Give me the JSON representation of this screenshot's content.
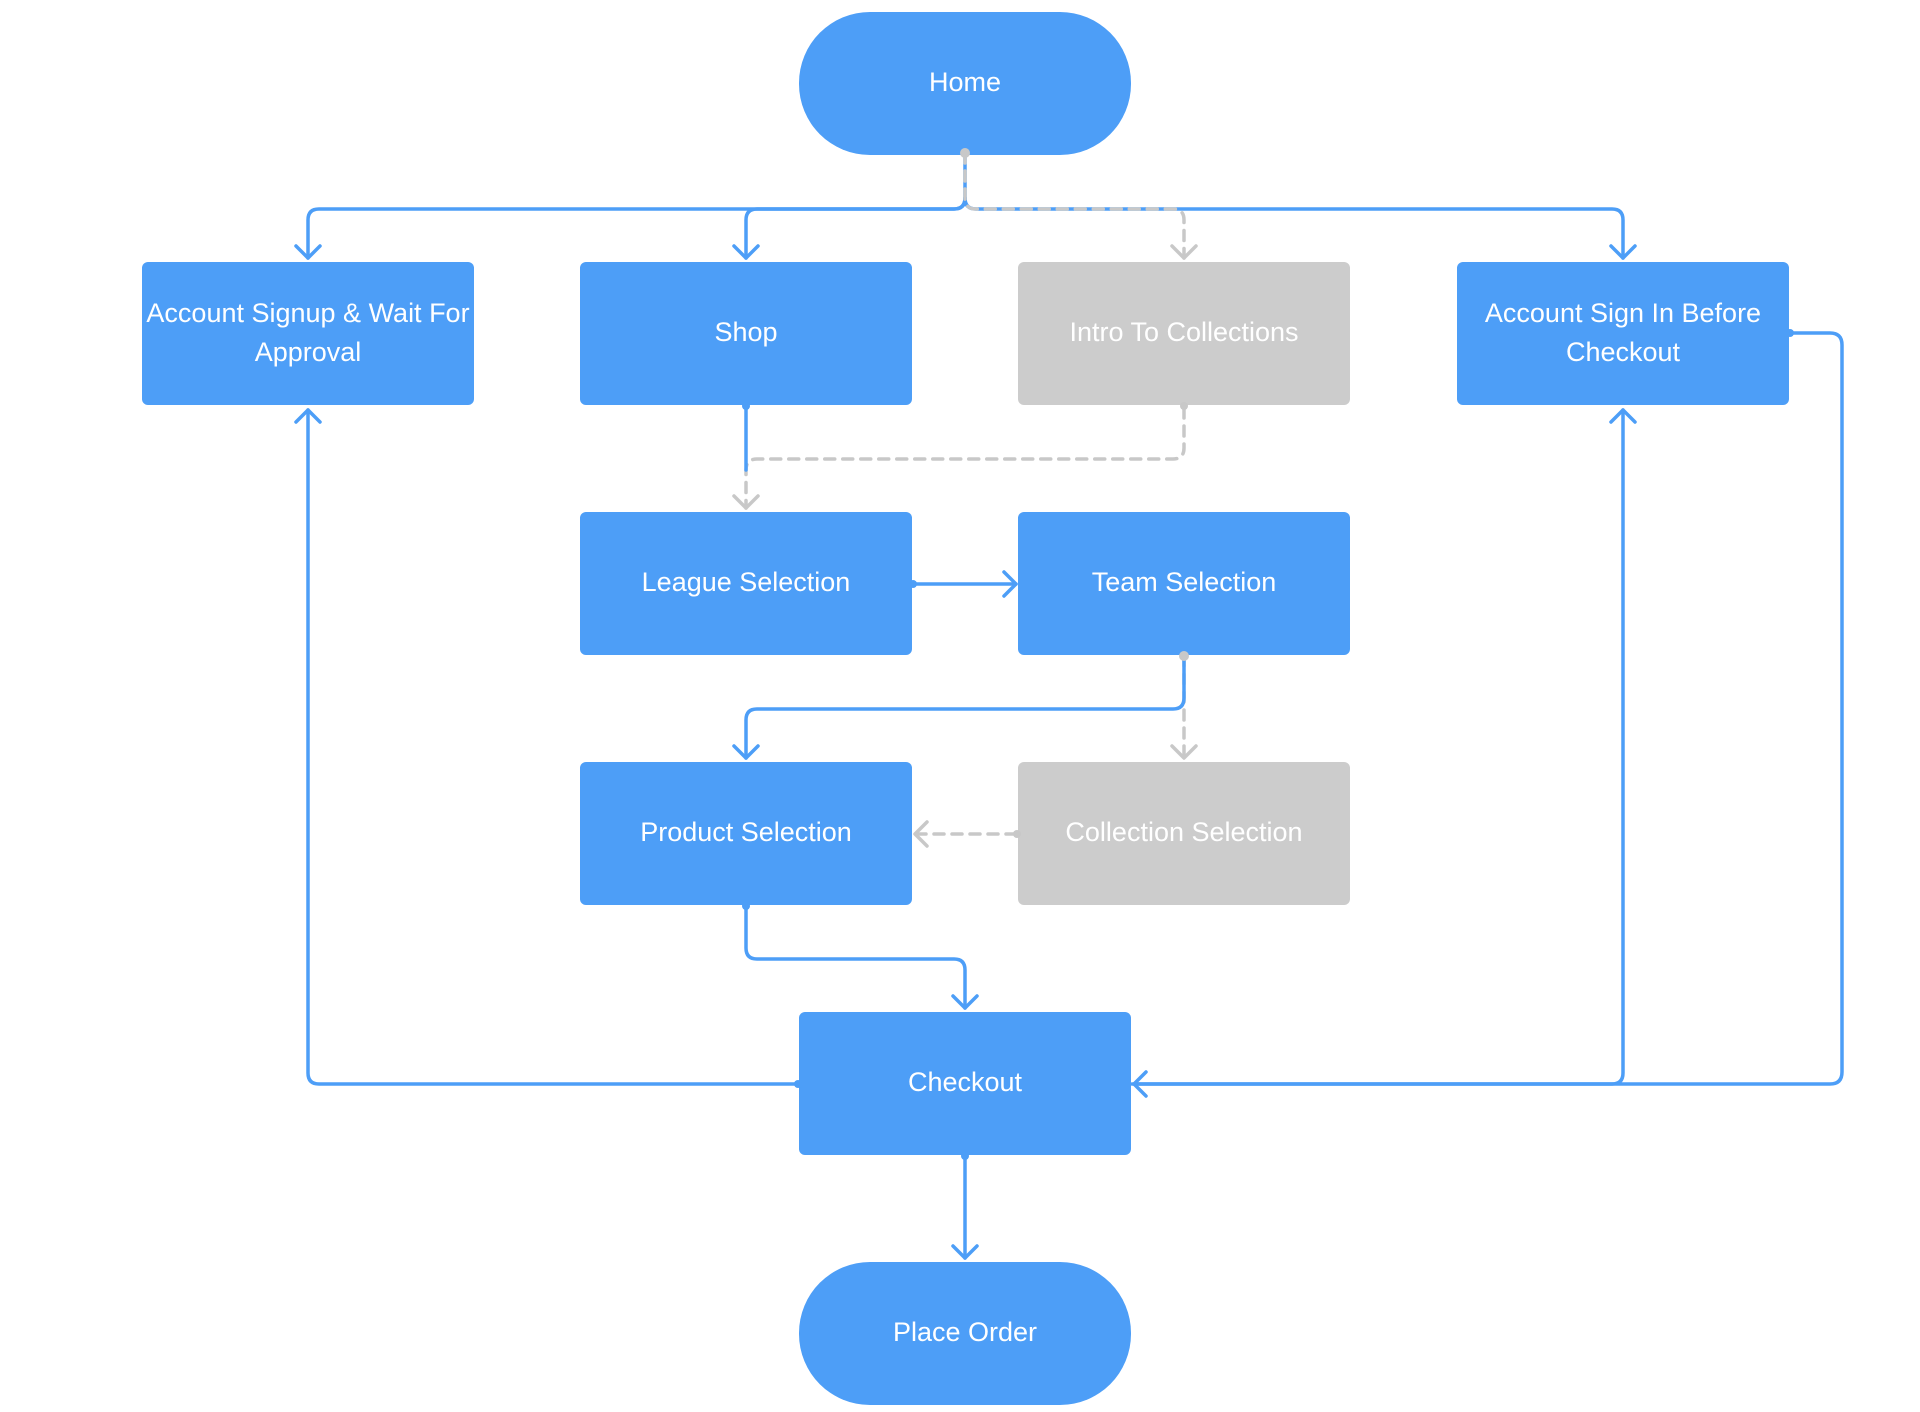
{
  "colors": {
    "primary_fill": "#4d9ef7",
    "primary_stroke": "#4d9ef7",
    "muted_fill": "#cccccc",
    "muted_stroke": "#c8c8c8",
    "label": "#ffffff",
    "background": "#ffffff"
  },
  "nodes": {
    "home": {
      "label": "Home",
      "shape": "terminal",
      "style": "primary"
    },
    "account_signup": {
      "label": "Account Signup & Wait For Approval",
      "lines": [
        "Account Signup & Wait For",
        "Approval"
      ],
      "shape": "process",
      "style": "primary"
    },
    "shop": {
      "label": "Shop",
      "shape": "process",
      "style": "primary"
    },
    "intro_collections": {
      "label": "Intro To Collections",
      "shape": "process",
      "style": "muted"
    },
    "account_signin": {
      "label": "Account Sign In Before Checkout",
      "lines": [
        "Account Sign In Before",
        "Checkout"
      ],
      "shape": "process",
      "style": "primary"
    },
    "league_selection": {
      "label": "League Selection",
      "shape": "process",
      "style": "primary"
    },
    "team_selection": {
      "label": "Team Selection",
      "shape": "process",
      "style": "primary"
    },
    "product_selection": {
      "label": "Product Selection",
      "shape": "process",
      "style": "primary"
    },
    "collection_selection": {
      "label": "Collection Selection",
      "shape": "process",
      "style": "muted"
    },
    "checkout": {
      "label": "Checkout",
      "shape": "process",
      "style": "primary"
    },
    "place_order": {
      "label": "Place Order",
      "shape": "terminal",
      "style": "primary"
    }
  },
  "edges": [
    {
      "from": "home",
      "to": "account_signup",
      "style": "solid"
    },
    {
      "from": "home",
      "to": "shop",
      "style": "solid"
    },
    {
      "from": "home",
      "to": "intro_collections",
      "style": "dashed"
    },
    {
      "from": "home",
      "to": "account_signin",
      "style": "solid"
    },
    {
      "from": "shop",
      "to": "league_selection",
      "style": "solid"
    },
    {
      "from": "intro_collections",
      "to": "league_selection",
      "style": "dashed"
    },
    {
      "from": "league_selection",
      "to": "team_selection",
      "style": "solid"
    },
    {
      "from": "team_selection",
      "to": "product_selection",
      "style": "solid"
    },
    {
      "from": "team_selection",
      "to": "collection_selection",
      "style": "dashed"
    },
    {
      "from": "collection_selection",
      "to": "product_selection",
      "style": "dashed"
    },
    {
      "from": "product_selection",
      "to": "checkout",
      "style": "solid"
    },
    {
      "from": "checkout",
      "to": "account_signup",
      "style": "solid"
    },
    {
      "from": "checkout",
      "to": "account_signin",
      "style": "solid"
    },
    {
      "from": "account_signin",
      "to": "checkout",
      "style": "solid"
    },
    {
      "from": "checkout",
      "to": "place_order",
      "style": "solid"
    }
  ]
}
